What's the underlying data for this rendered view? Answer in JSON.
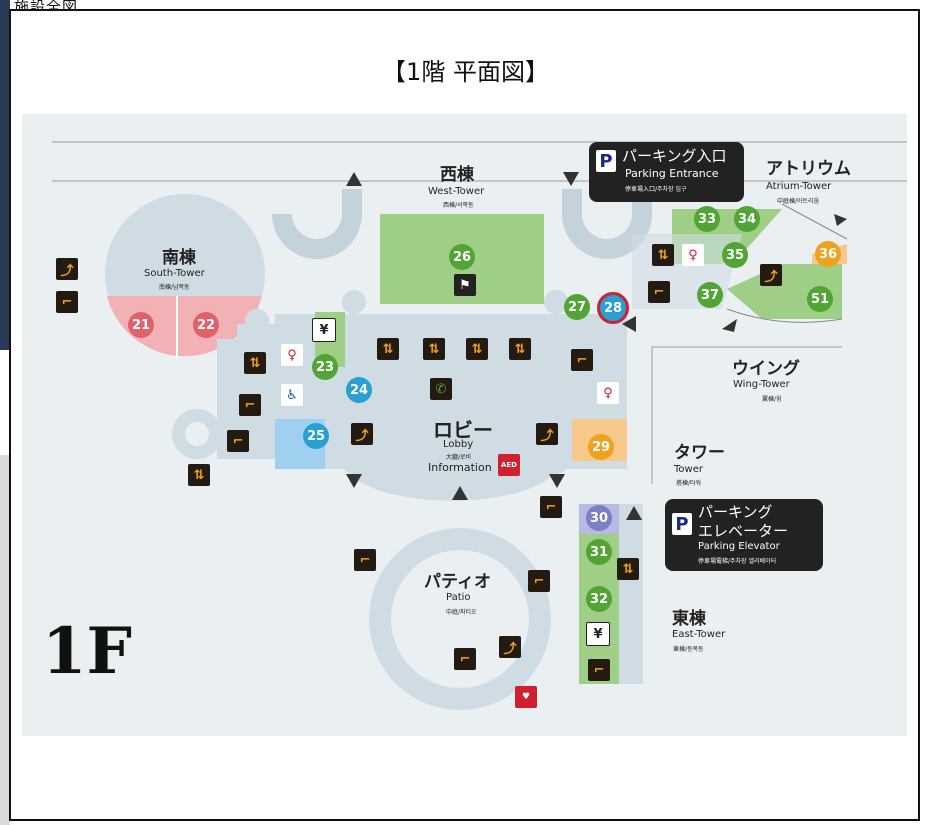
{
  "header": {
    "label": "施設全図",
    "title": "【1階 平面図】"
  },
  "floor": "1F",
  "zones": {
    "west": {
      "jp": "西棟",
      "en": "West-Tower",
      "kr": "西棟/서쪽동"
    },
    "south": {
      "jp": "南棟",
      "en": "South-Tower",
      "kr": "南棟/남쪽동"
    },
    "atrium": {
      "jp": "アトリウム",
      "en": "Atrium-Tower",
      "kr": "中庭棟/아트리움"
    },
    "wing": {
      "jp": "ウイング",
      "en": "Wing-Tower",
      "kr": "翼棟/윙"
    },
    "tower": {
      "jp": "タワー",
      "en": "Tower",
      "kr": "塔棟/타워"
    },
    "east": {
      "jp": "東棟",
      "en": "East-Tower",
      "kr": "東棟/동쪽동"
    },
    "lobby": {
      "jp": "ロビー",
      "en": "Lobby",
      "kr": "大廳/로비",
      "info": "Information"
    },
    "patio": {
      "jp": "パティオ",
      "en": "Patio",
      "kr": "中庭/파티오"
    }
  },
  "callouts": {
    "parking_entrance": {
      "jp": "パーキング入口",
      "en": "Parking Entrance",
      "kr": "停車場入口/주차장 입구"
    },
    "parking_elevator": {
      "jp1": "パーキング",
      "jp2": "エレベーター",
      "en": "Parking Elevator",
      "kr": "停車場電梯/주차장 엘리베이터"
    }
  },
  "rooms": [
    {
      "n": "21",
      "color": "#e0606b"
    },
    {
      "n": "22",
      "color": "#e0606b"
    },
    {
      "n": "23",
      "color": "#52a535"
    },
    {
      "n": "24",
      "color": "#2a9fd4"
    },
    {
      "n": "25",
      "color": "#2a9fd4"
    },
    {
      "n": "26",
      "color": "#52a535"
    },
    {
      "n": "27",
      "color": "#52a535"
    },
    {
      "n": "28",
      "color": "#2a9fd4"
    },
    {
      "n": "29",
      "color": "#f0a21e"
    },
    {
      "n": "30",
      "color": "#7b7fc4"
    },
    {
      "n": "31",
      "color": "#52a535"
    },
    {
      "n": "32",
      "color": "#52a535"
    },
    {
      "n": "33",
      "color": "#52a535"
    },
    {
      "n": "34",
      "color": "#52a535"
    },
    {
      "n": "35",
      "color": "#52a535"
    },
    {
      "n": "36",
      "color": "#f0a21e"
    },
    {
      "n": "37",
      "color": "#52a535"
    },
    {
      "n": "51",
      "color": "#52a535"
    }
  ],
  "icons": [
    "elevator-icon",
    "escalator-icon",
    "stairs-icon",
    "restroom-icon",
    "accessible-restroom-icon",
    "atm-icon",
    "phone-icon",
    "smoking-icon",
    "aed-icon"
  ],
  "aed_label": "AED"
}
